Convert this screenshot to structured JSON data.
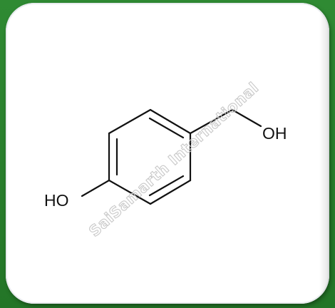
{
  "molecule": {
    "labels": {
      "left_hydroxyl": "HO",
      "right_hydroxyl": "OH"
    },
    "bond_color": "#111111"
  },
  "watermark": {
    "text": "SaiSamarth International",
    "color": "#c9c9c9"
  },
  "colors": {
    "background_green": "#2a7a2e",
    "card": "#ffffff"
  }
}
